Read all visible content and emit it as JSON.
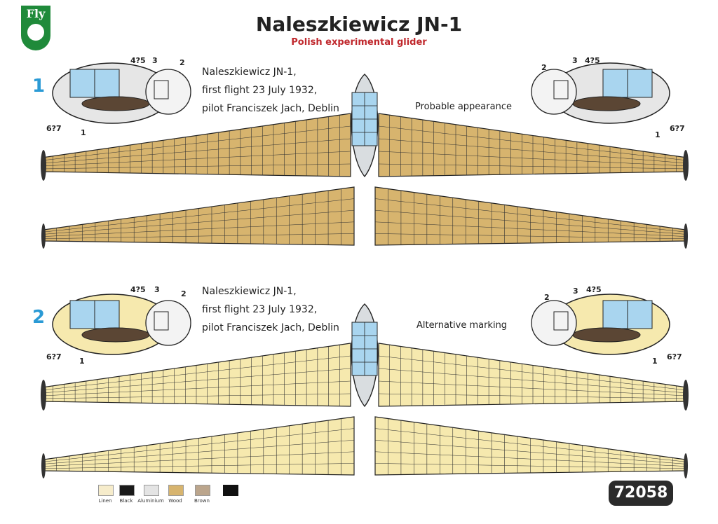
{
  "brand": {
    "logo_text": "Fly"
  },
  "header": {
    "title": "Naleszkiewicz JN-1",
    "subtitle": "Polish experimental glider"
  },
  "profiles": [
    {
      "number": "1",
      "caption_lines": [
        "Naleszkiewicz JN-1,",
        "first flight 23 July 1932,",
        "pilot Franciszek Jach, Deblin"
      ],
      "note": "Probable appearance",
      "wing_color": "#d7b46e",
      "callouts_left": [
        "4?5",
        "3",
        "2",
        "6?7",
        "1"
      ],
      "callouts_right": [
        "2",
        "3",
        "4?5",
        "1",
        "6?7"
      ]
    },
    {
      "number": "2",
      "caption_lines": [
        "Naleszkiewicz JN-1,",
        "first flight 23 July 1932,",
        "pilot Franciszek Jach, Deblin"
      ],
      "note": "Alternative marking",
      "wing_color": "#f6e9ae",
      "callouts_left": [
        "4?5",
        "3",
        "2",
        "6?7",
        "1"
      ],
      "callouts_right": [
        "2",
        "3",
        "4?5",
        "1",
        "6?7"
      ]
    }
  ],
  "legend": [
    {
      "label": "Linen",
      "color": "#f6eccb"
    },
    {
      "label": "Black",
      "color": "#1a1a1a"
    },
    {
      "label": "Aluminium",
      "color": "#e4e4e4"
    },
    {
      "label": "Wood",
      "color": "#d7b46e"
    },
    {
      "label": "Brown",
      "color": "#bba58c"
    }
  ],
  "colors": {
    "linen": "#f6e9ae",
    "wood": "#d7b46e",
    "glass": "#a9d5ef",
    "aluminium": "#e6e6e6"
  },
  "catalog_number": "72058"
}
